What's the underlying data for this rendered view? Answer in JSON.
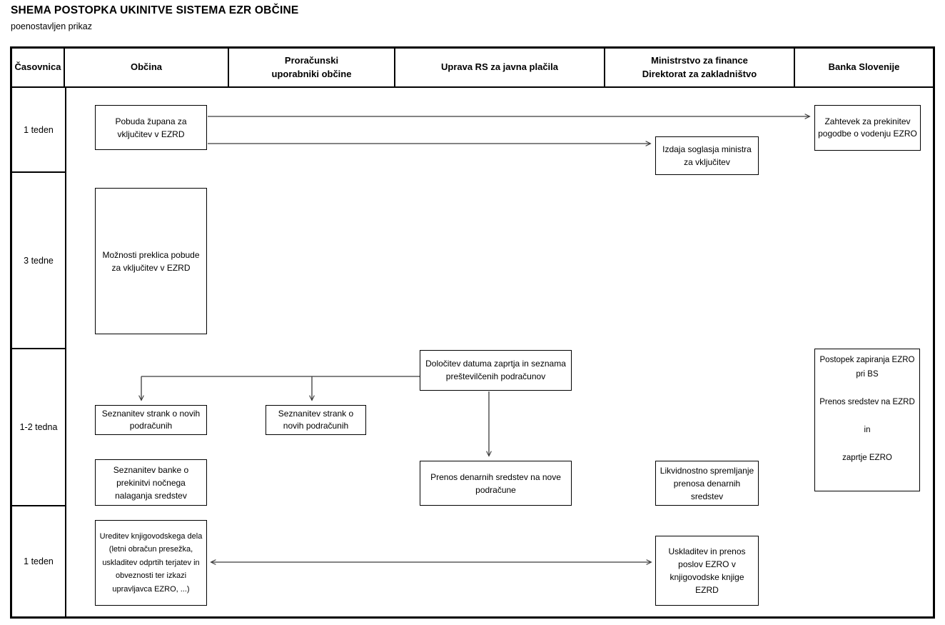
{
  "title": "SHEMA POSTOPKA UKINITVE SISTEMA EZR OBČINE",
  "subtitle": "poenostavljen prikaz",
  "colors": {
    "border": "#000000",
    "arrow": "#3a3a3a",
    "background": "#ffffff"
  },
  "header": {
    "columns": [
      "Časovnica",
      "Občina",
      "Proračunski\nuporabniki občine",
      "Uprava RS za javna plačila",
      "Ministrstvo za finance\nDirektorat za zakladništvo",
      "Banka Slovenije"
    ]
  },
  "timeline": [
    "1 teden",
    "3 tedne",
    "1-2 tedna",
    "1 teden"
  ],
  "boxes": {
    "pobuda": "Pobuda župana za vključitev v EZRD",
    "zahtevek": "Zahtevek za prekinitev pogodbe o vodenju EZRO",
    "izdaja": "Izdaja soglasja ministra za vključitev",
    "moznosti": "Možnosti preklica pobude za vključitev v EZRD",
    "dolocitev": "Določitev datuma zaprtja in seznama preštevilčenih podračunov",
    "seznanitev_obcina": "Seznanitev strank o novih podračunih",
    "seznanitev_pu": "Seznanitev strank o novih podračunih",
    "postopek": "Postopek zapiranja EZRO pri BS\n\nPrenos sredstev na EZRD\n\nin\n\nzaprtje EZRO",
    "seznanitev_banke": "Seznanitev banke o prekinitvi nočnega nalaganja sredstev",
    "prenos": "Prenos denarnih sredstev na nove podračune",
    "likvidnostno": "Likvidnostno spremljanje prenosa denarnih sredstev",
    "ureditev": "Ureditev knjigovodskega dela (letni obračun presežka, uskladitev odprtih terjatev in obveznosti ter izkazi upravljavca EZRO, ...)",
    "uskladitev": "Uskladitev in prenos poslov EZRO v knjigovodske knjige EZRD"
  },
  "arrows": [
    {
      "from": "pobuda",
      "to": "zahtevek",
      "type": "single"
    },
    {
      "from": "pobuda",
      "to": "izdaja",
      "type": "single"
    },
    {
      "from": "dolocitev",
      "to": "seznanitev_obcina",
      "type": "single"
    },
    {
      "from": "dolocitev",
      "to": "seznanitev_pu",
      "type": "single"
    },
    {
      "from": "dolocitev",
      "to": "prenos",
      "type": "single"
    },
    {
      "from": "ureditev",
      "to": "uskladitev",
      "type": "double"
    }
  ]
}
